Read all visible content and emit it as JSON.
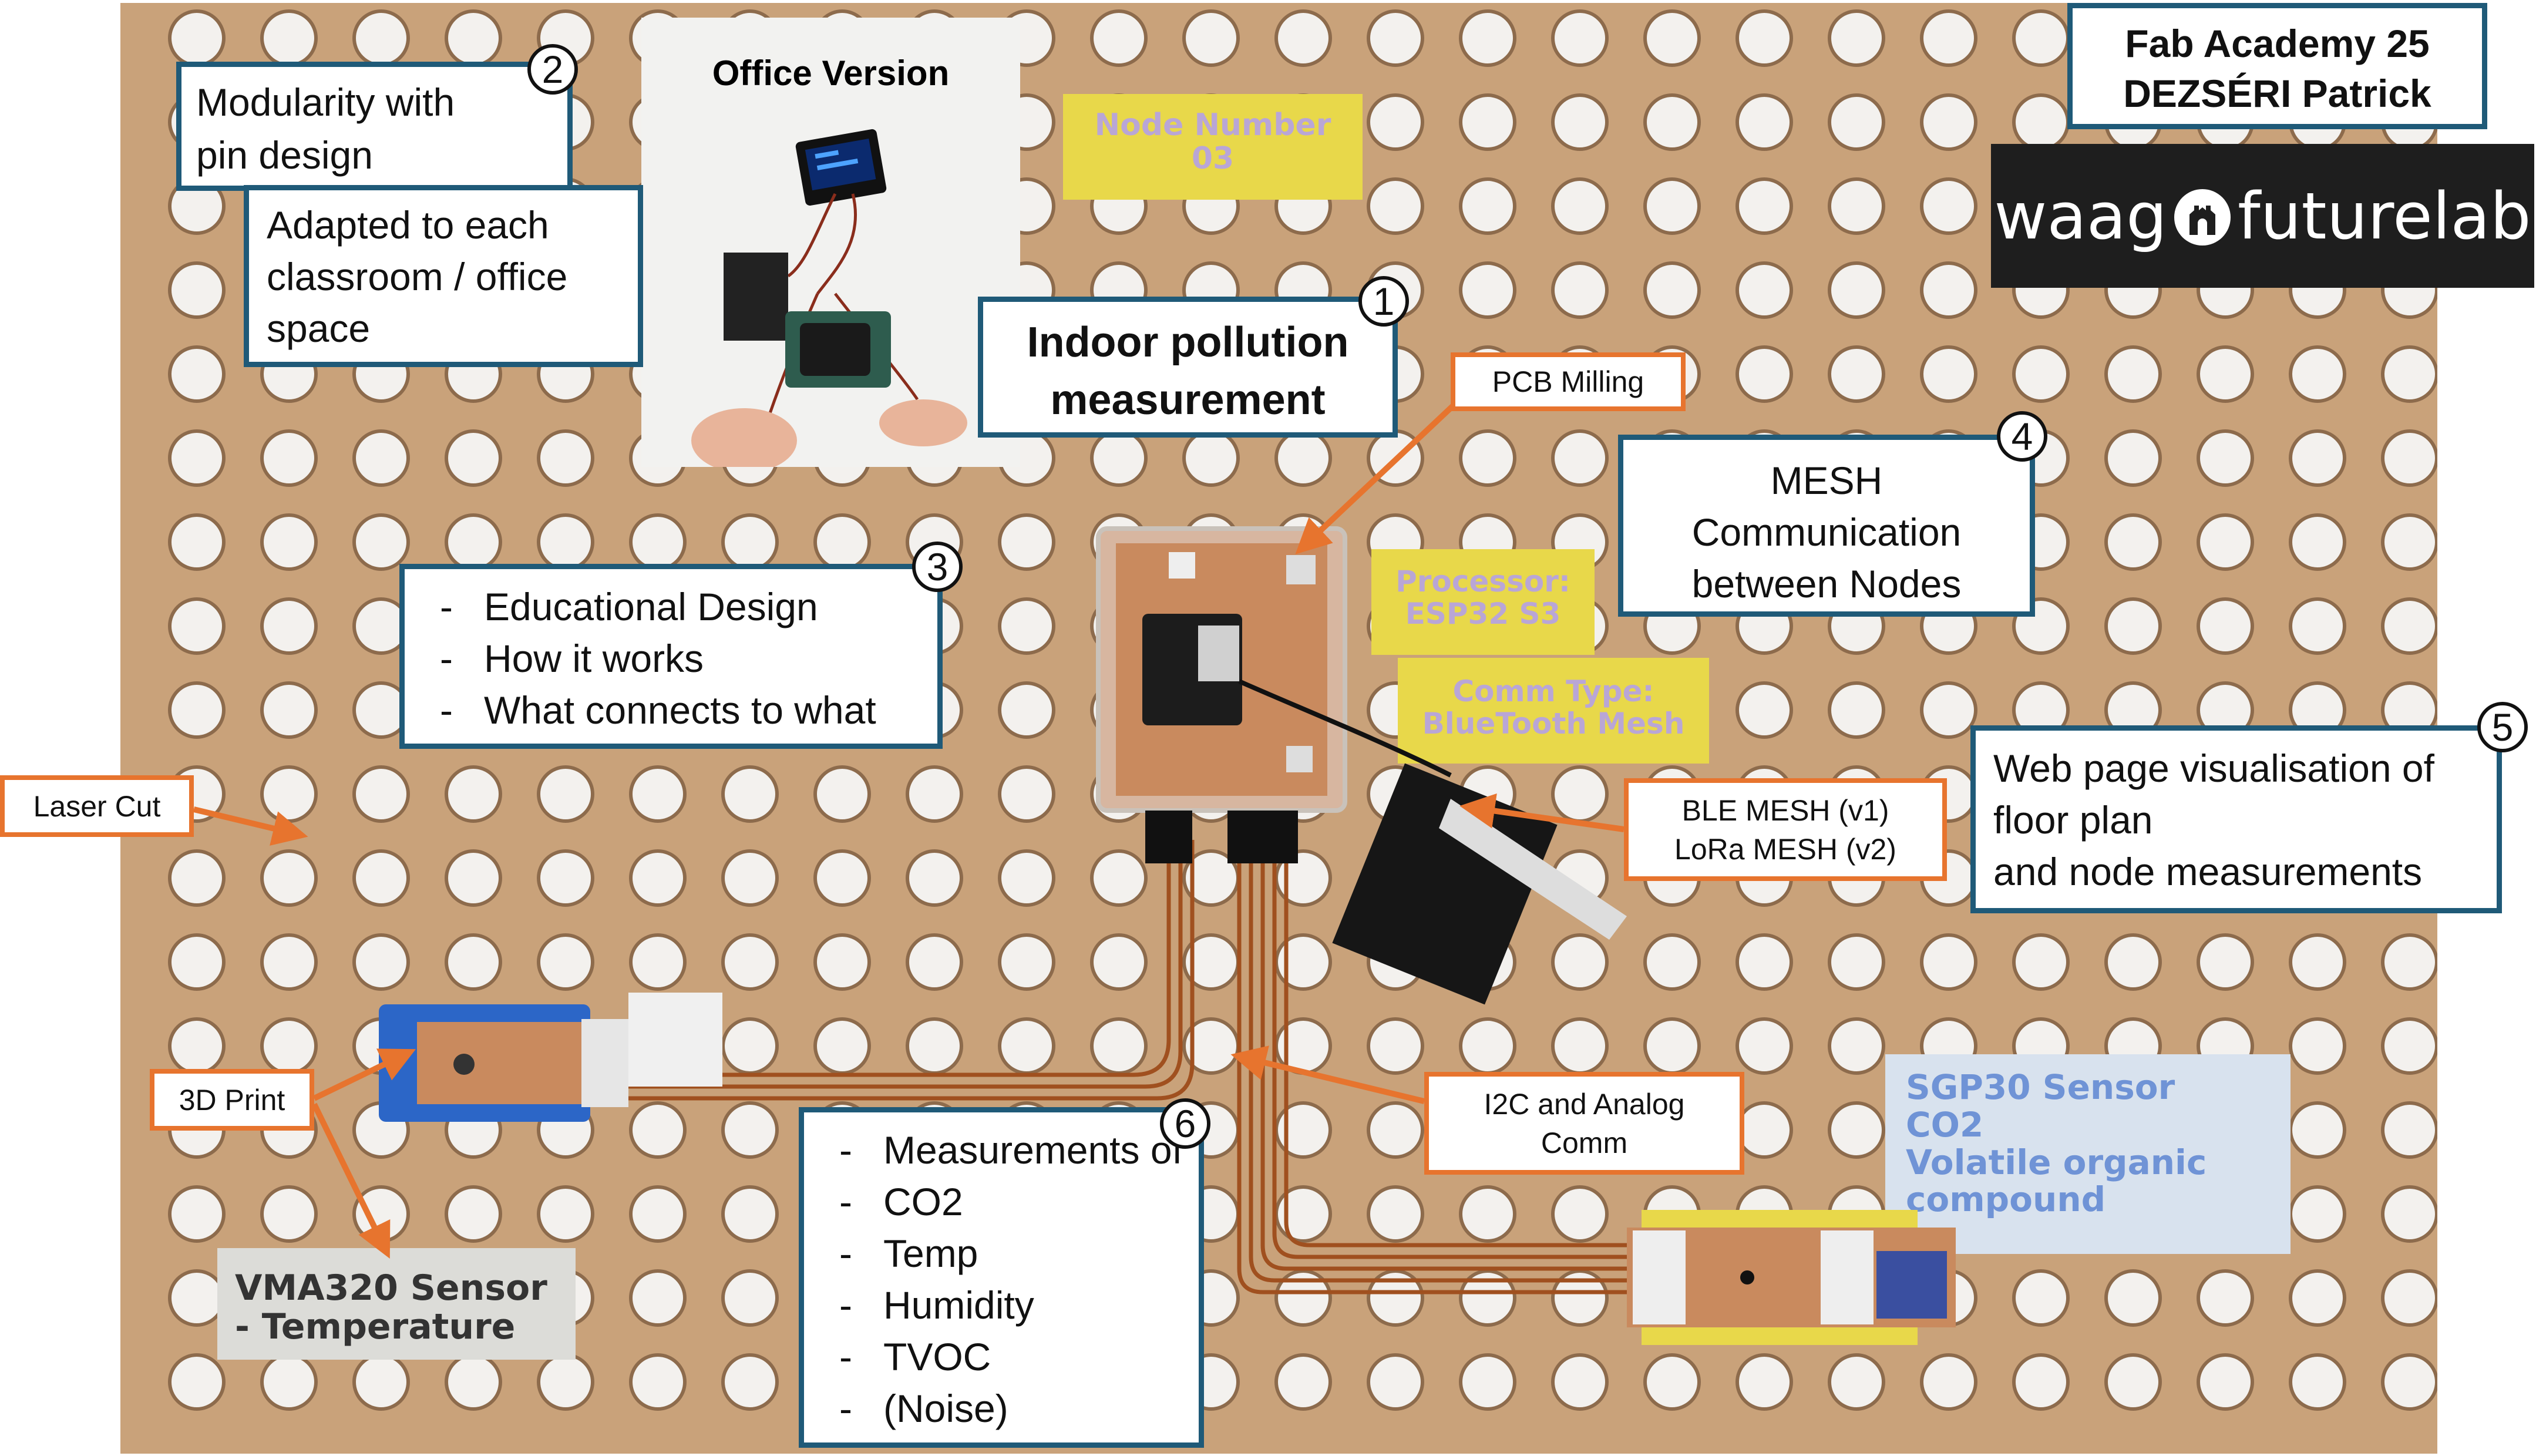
{
  "colors": {
    "callout_border": "#1f5a78",
    "tag_border": "#e7742e",
    "board": "#c9a27a",
    "hole": "#f3f1ee",
    "logo_bg": "#1e1e1e"
  },
  "header": {
    "line1": "Fab Academy 25",
    "line2": "DEZSÉRI Patrick"
  },
  "logo": {
    "text_left": "waag",
    "text_right": "futurelab",
    "icon": "waag-castle-icon"
  },
  "photo": {
    "title": "Office Version"
  },
  "callouts": {
    "main": {
      "number": "1",
      "lines": [
        "Indoor pollution",
        "measurement"
      ]
    },
    "modularity": {
      "number": "2",
      "lines": [
        "Modularity with",
        "pin design"
      ]
    },
    "adapted": {
      "lines": [
        "Adapted to each",
        "classroom / office",
        "space"
      ]
    },
    "educational": {
      "number": "3",
      "title": "Educational Design",
      "bullets": [
        "How it works",
        "What connects to what"
      ]
    },
    "mesh": {
      "number": "4",
      "lines": [
        "MESH",
        "Communication",
        "between Nodes"
      ]
    },
    "web": {
      "number": "5",
      "lines": [
        "Web page visualisation of",
        "floor plan",
        "and node  measurements"
      ]
    },
    "measurements": {
      "number": "6",
      "title": "Measurements of",
      "bullets": [
        "CO2",
        "Temp",
        "Humidity",
        "TVOC",
        "(Noise)"
      ]
    }
  },
  "tags": {
    "pcb": "PCB Milling",
    "laser": "Laser Cut",
    "ble": [
      "BLE MESH (v1)",
      "LoRa MESH (v2)"
    ],
    "print3d": "3D Print",
    "i2c": [
      "I2C and Analog",
      "Comm"
    ]
  },
  "printed_labels": {
    "node": [
      "Node Number",
      "03"
    ],
    "processor": [
      "Processor:",
      "ESP32 S3"
    ],
    "comm": [
      "Comm Type:",
      "BlueTooth Mesh"
    ],
    "sgp30": [
      "SGP30 Sensor",
      "CO2",
      "Volatile organic",
      "compound"
    ],
    "vma": [
      "VMA320 Sensor",
      "- Temperature"
    ]
  }
}
